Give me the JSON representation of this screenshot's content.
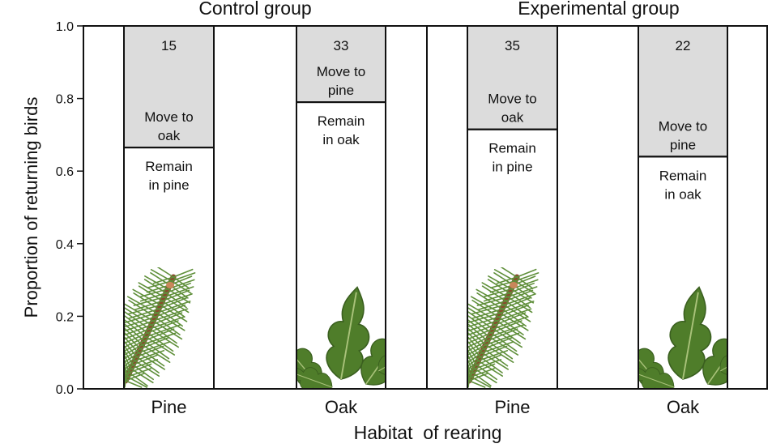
{
  "chart_data": {
    "type": "bar",
    "stacked": true,
    "ylabel": "Proportion of returning birds",
    "xlabel": "Habitat  of rearing",
    "ylim": [
      0,
      1
    ],
    "yticks": [
      "0.0",
      "0.2",
      "0.4",
      "0.6",
      "0.8",
      "1.0"
    ],
    "groups": [
      {
        "title": "Control group",
        "bars": [
          {
            "category": "Pine",
            "count": "15",
            "remain": 0.665,
            "remain_label": [
              "Remain",
              "in pine"
            ],
            "move_label": [
              "Move to",
              "oak"
            ],
            "picture": "pine-sprig-icon"
          },
          {
            "category": "Oak",
            "count": "33",
            "remain": 0.79,
            "remain_label": [
              "Remain",
              "in oak"
            ],
            "move_label": [
              "Move to",
              "pine"
            ],
            "picture": "oak-leaves-icon"
          }
        ]
      },
      {
        "title": "Experimental group",
        "bars": [
          {
            "category": "Pine",
            "count": "35",
            "remain": 0.715,
            "remain_label": [
              "Remain",
              "in pine"
            ],
            "move_label": [
              "Move to",
              "oak"
            ],
            "picture": "pine-sprig-icon"
          },
          {
            "category": "Oak",
            "count": "22",
            "remain": 0.64,
            "remain_label": [
              "Remain",
              "in oak"
            ],
            "move_label": [
              "Move to",
              "pine"
            ],
            "picture": "oak-leaves-icon"
          }
        ]
      }
    ],
    "colors": {
      "remain": "#ffffff",
      "move": "#dcdcdc",
      "stroke": "#111111",
      "pine_green": "#5f8f3a",
      "pine_stem": "#8a4a2e",
      "oak_green": "#4f7d2a"
    }
  }
}
